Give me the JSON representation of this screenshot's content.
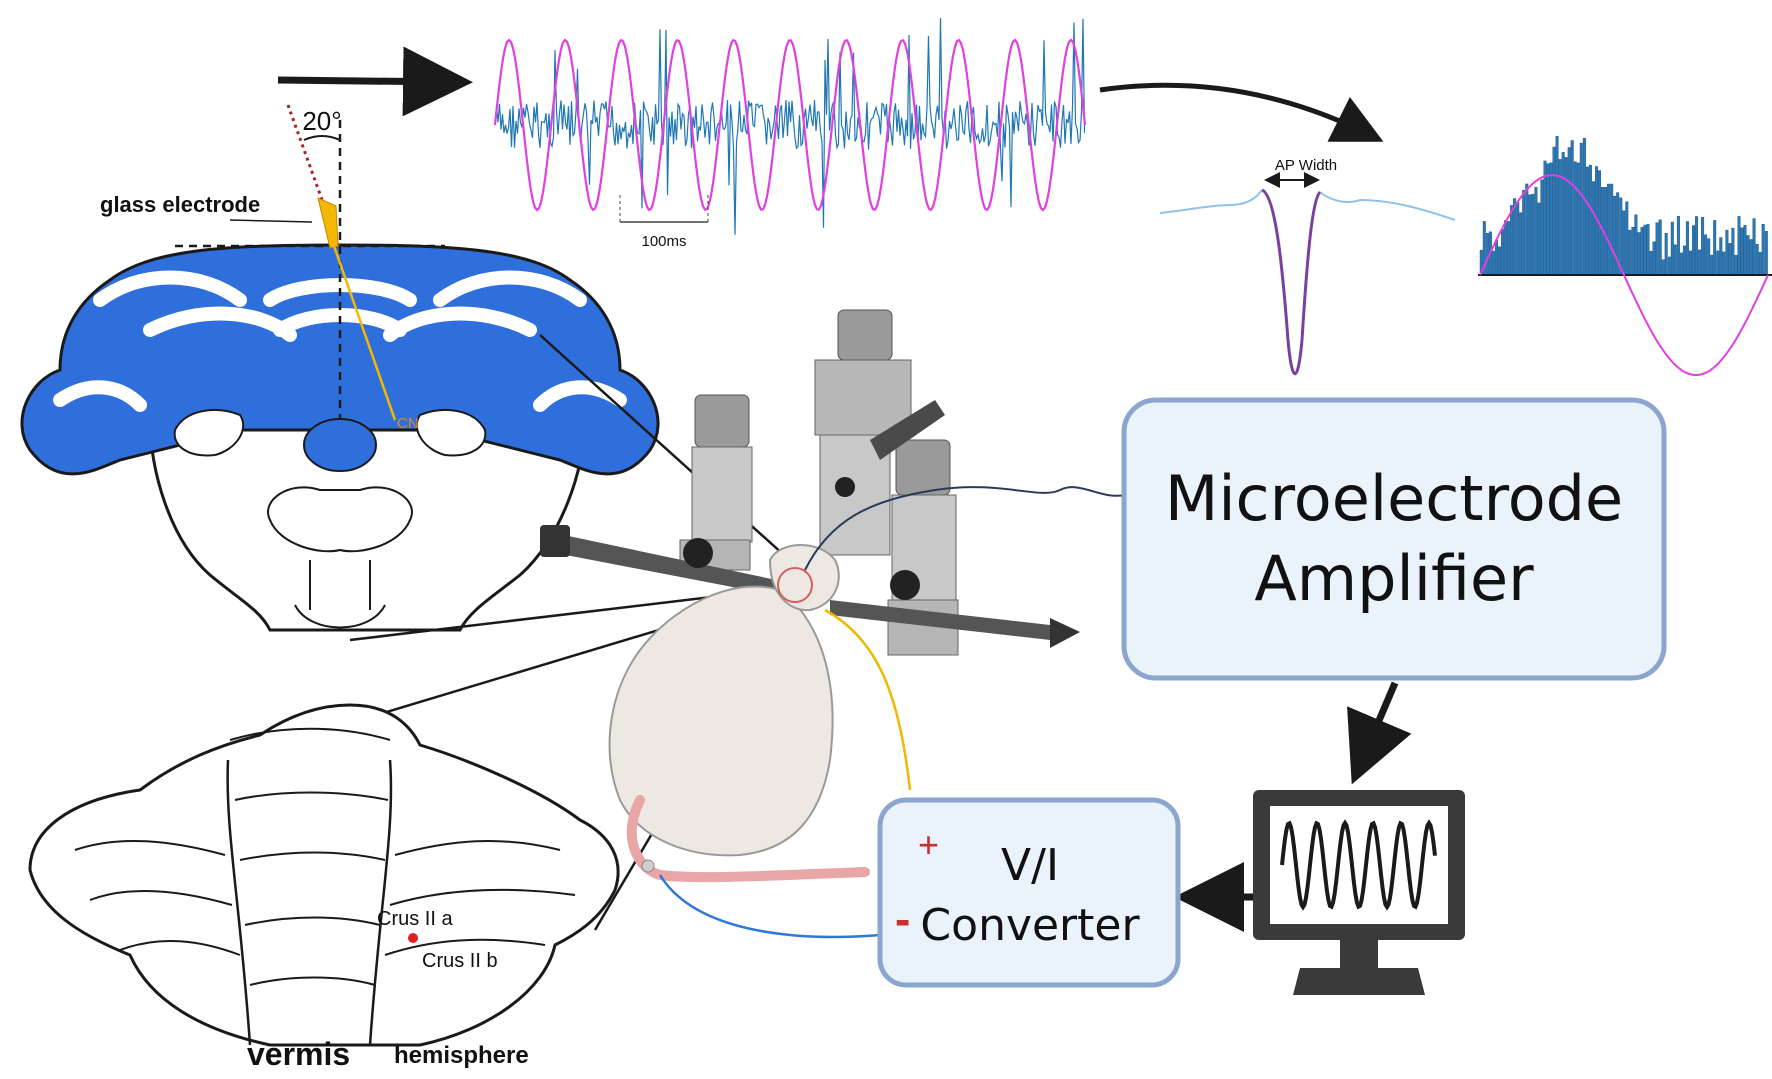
{
  "labels": {
    "angle": "20°",
    "glass_electrode": "glass electrode",
    "cn": "CN",
    "scale_bar": "100ms",
    "ap_width": "AP Width",
    "crus_a": "Crus II a",
    "crus_b": "Crus II b",
    "vermis": "vermis",
    "hemisphere": "hemisphere"
  },
  "amplifier": {
    "line1": "Microelectrode",
    "line2": "Amplifier"
  },
  "converter": {
    "line1": "V/I",
    "line2": "Converter",
    "plus": "+",
    "minus": "-"
  },
  "colors": {
    "white_matter": "#2f6fdc",
    "trace": "#1f77b4",
    "sine": "#e040e0",
    "spike": "#7b3fa0",
    "baseline": "#8fc3e8",
    "electrode": "#f5b800",
    "wire_blue": "#2f78d6",
    "wire_yellow": "#f0b800",
    "box_fill": "#eaf2fb",
    "box_stroke": "#8aa6cf",
    "monitor": "#3a3a3a",
    "recording_point": "#e02020",
    "cn_label": "#e08a20"
  }
}
